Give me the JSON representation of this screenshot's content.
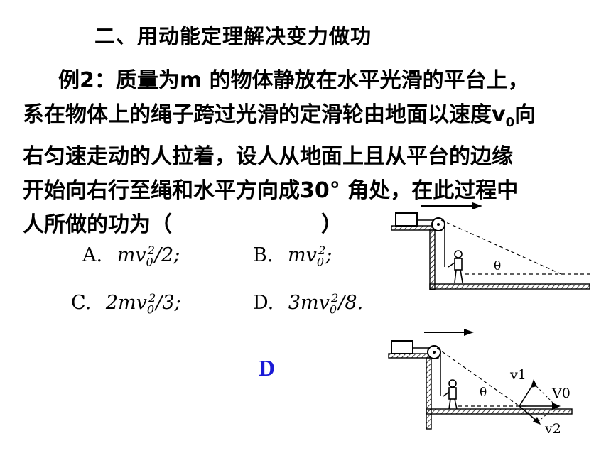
{
  "section_title": "二、用动能定理解决变力做功",
  "problem": {
    "line1": "例2：质量为m 的物体静放在水平光滑的平台上，",
    "line2_pre": "系在物体上的绳子跨过光滑的定滑轮由地面以速度v",
    "line2_sub": "0",
    "line2_post": "向",
    "line3": "右匀速走动的人拉着，设人从地面上且从平台的边缘",
    "line4": "开始向右行至绳和水平方向成30° 角处，在此过程中",
    "line5": "人所做的功为（　　　　　　　）"
  },
  "options": {
    "a": {
      "letter": "A.",
      "pre": "mv",
      "sub": "0",
      "sup": "2",
      "post": "/2;"
    },
    "b": {
      "letter": "B.",
      "pre": "mv",
      "sub": "0",
      "sup": "2",
      "post": ";"
    },
    "c": {
      "letter": "C.",
      "pre": "2mv",
      "sub": "0",
      "sup": "2",
      "post": "/3;"
    },
    "d": {
      "letter": "D.",
      "pre": "3mv",
      "sub": "0",
      "sup": "2",
      "post": "/8."
    }
  },
  "answer": "D",
  "figure1": {
    "angle_label": "θ"
  },
  "figure2": {
    "angle_label": "θ",
    "v1_label": "v1",
    "v0_label": "V0",
    "v2_label": "v2"
  }
}
